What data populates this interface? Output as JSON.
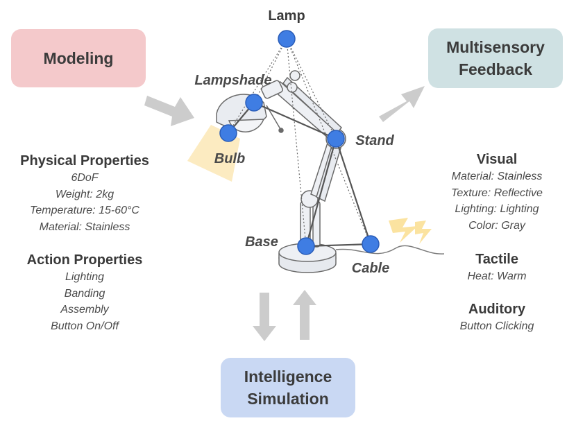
{
  "boxes": {
    "modeling": "Modeling",
    "feedback_line1": "Multisensory",
    "feedback_line2": "Feedback",
    "sim_line1": "Intelligence",
    "sim_line2": "Simulation"
  },
  "nodes": {
    "lamp": "Lamp",
    "lampshade": "Lampshade",
    "bulb": "Bulb",
    "stand": "Stand",
    "base": "Base",
    "cable": "Cable"
  },
  "physical": {
    "title": "Physical Properties",
    "items": [
      "6DoF",
      "Weight: 2kg",
      "Temperature: 15-60°C",
      "Material: Stainless"
    ]
  },
  "action": {
    "title": "Action Properties",
    "items": [
      "Lighting",
      "Banding",
      "Assembly",
      "Button On/Off"
    ]
  },
  "visual": {
    "title": "Visual",
    "items": [
      "Material: Stainless",
      "Texture: Reflective",
      "Lighting: Lighting",
      "Color: Gray"
    ]
  },
  "tactile": {
    "title": "Tactile",
    "items": [
      "Heat: Warm"
    ]
  },
  "auditory": {
    "title": "Auditory",
    "items": [
      "Button Clicking"
    ]
  },
  "colors": {
    "node": "#3f7de3",
    "modeling_box": "#f4c9cb",
    "feedback_box": "#cfe1e3",
    "sim_box": "#c9d8f3",
    "arrow": "#cccccc",
    "light_beam": "#fbe7b6"
  }
}
